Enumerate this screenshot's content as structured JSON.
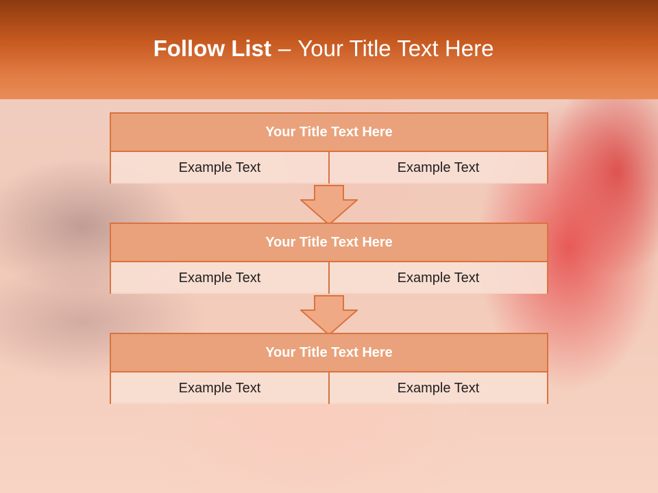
{
  "slide": {
    "title_bold": "Follow List",
    "title_sep": "–",
    "title_rest": "Your Title Text Here"
  },
  "steps": [
    {
      "title": "Your Title Text Here",
      "left": "Example Text",
      "right": "Example Text"
    },
    {
      "title": "Your Title Text Here",
      "left": "Example Text",
      "right": "Example Text"
    },
    {
      "title": "Your Title Text Here",
      "left": "Example Text",
      "right": "Example Text"
    }
  ],
  "colors": {
    "header_accent": "#c4581f",
    "box_border": "#d9733e",
    "box_header_fill": "#e9a27b",
    "box_cell_fill": "#f8ddd2",
    "arrow_fill": "#f0a985"
  }
}
